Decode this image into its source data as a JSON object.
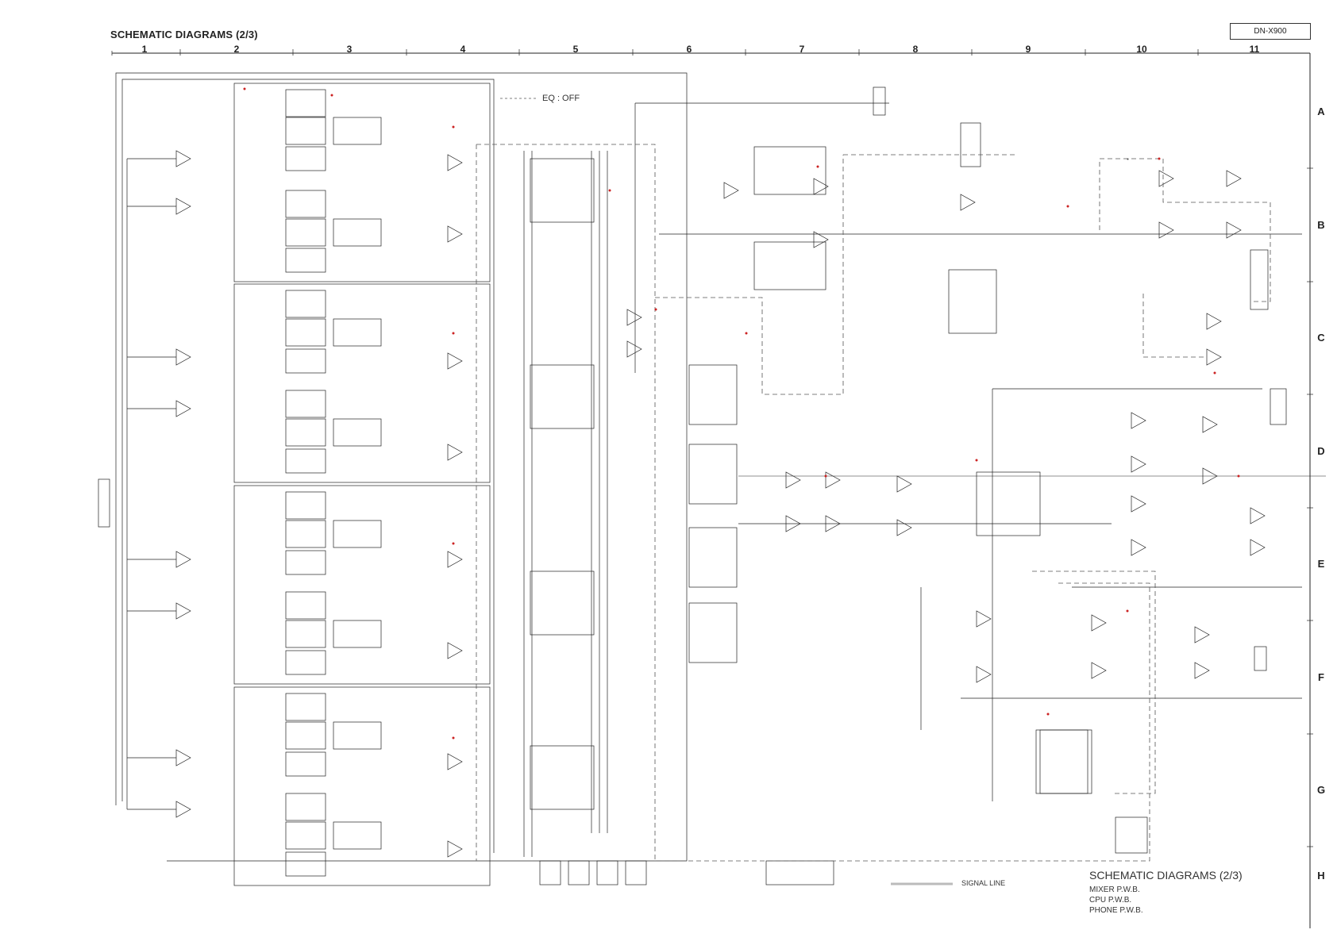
{
  "header": {
    "title": "SCHEMATIC DIAGRAMS (2/3)",
    "model": "DN-X900"
  },
  "grid": {
    "columns": [
      "1",
      "2",
      "3",
      "4",
      "5",
      "6",
      "7",
      "8",
      "9",
      "10",
      "11"
    ],
    "rows": [
      "A",
      "B",
      "C",
      "D",
      "E",
      "F",
      "G",
      "H"
    ]
  },
  "annotations": {
    "eq_off": "EQ : OFF",
    "signal_line": "SIGNAL LINE"
  },
  "footer": {
    "title": "SCHEMATIC DIAGRAMS (2/3)",
    "boards": [
      "MIXER P.W.B.",
      "CPU P.W.B.",
      "PHONE P.W.B."
    ]
  },
  "colors": {
    "line": "#222222",
    "marker": "#cc2222",
    "signal_line": "#bbbbbb",
    "dashed": "#555555"
  }
}
